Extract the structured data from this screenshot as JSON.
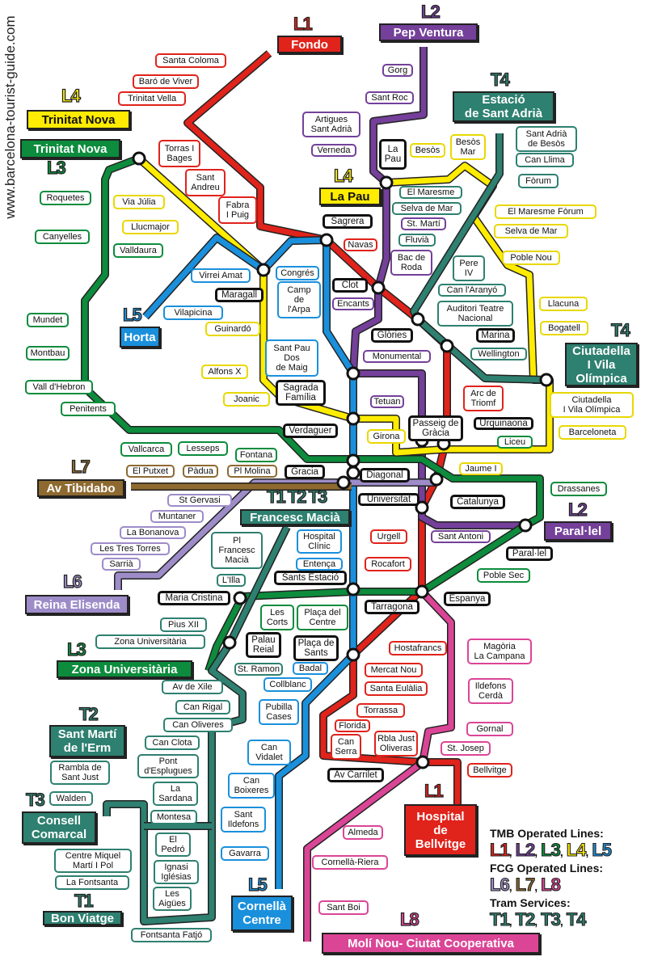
{
  "site_label": "www.barcelona-tourist-guide.com",
  "colors": {
    "L1": "#e0231b",
    "L2": "#74409a",
    "L3": "#0c8c3c",
    "L4": "#ffec00",
    "L5": "#1a90dc",
    "L6": "#9d8cc8",
    "L7": "#8e6a30",
    "L8": "#db4596",
    "T": "#2e8070",
    "X": "#111111"
  },
  "terminals": [
    {
      "tag": "L1",
      "name": "Fondo",
      "line": "L1"
    },
    {
      "tag": "L2",
      "name": "Pep Ventura",
      "line": "L2"
    },
    {
      "tag": "T4",
      "name": "Estació\nde Sant Adrià",
      "line": "T"
    },
    {
      "tag": "L4",
      "name": "Trinitat Nova",
      "line": "L4"
    },
    {
      "tag": "L3",
      "name": "Trinitat Nova",
      "line": "L3"
    },
    {
      "tag": "L4",
      "name": "La Pau",
      "line": "L4"
    },
    {
      "tag": "L5",
      "name": "Horta",
      "line": "L5"
    },
    {
      "tag": "T4",
      "name": "Ciutadella\nI Vila\nOlímpica",
      "line": "T"
    },
    {
      "tag": "L7",
      "name": "Av Tibidabo",
      "line": "L7"
    },
    {
      "tag": "T1 T2 T3",
      "name": "Francesc Macià",
      "line": "T"
    },
    {
      "tag": "L2",
      "name": "Paral·lel",
      "line": "L2"
    },
    {
      "tag": "L6",
      "name": "Reina Elisenda",
      "line": "L6"
    },
    {
      "tag": "L3",
      "name": "Zona Universitària",
      "line": "L3"
    },
    {
      "tag": "T2",
      "name": "Sant Martí\nde l'Erm",
      "line": "T"
    },
    {
      "tag": "T3",
      "name": "Consell\nComarcal",
      "line": "T"
    },
    {
      "tag": "T1",
      "name": "Bon Viatge",
      "line": "T"
    },
    {
      "tag": "L5",
      "name": "Cornellà\nCentre",
      "line": "L5"
    },
    {
      "tag": "L1",
      "name": "Hospital\nde\nBellvitge",
      "line": "L1"
    },
    {
      "tag": "L8",
      "name": "Molí Nou- Ciutat Cooperativa",
      "line": "L8"
    }
  ],
  "stations": [
    {
      "name": "Santa Coloma",
      "line": "L1"
    },
    {
      "name": "Baró de Viver",
      "line": "L1"
    },
    {
      "name": "Trinitat Vella",
      "line": "L1"
    },
    {
      "name": "Torras I\nBages",
      "line": "L1"
    },
    {
      "name": "Sant\nAndreu",
      "line": "L1"
    },
    {
      "name": "Fabra\nI Puig",
      "line": "L1"
    },
    {
      "name": "Navas",
      "line": "L1"
    },
    {
      "name": "Arc de\nTriomf",
      "line": "L1"
    },
    {
      "name": "Urgell",
      "line": "L1"
    },
    {
      "name": "Rocafort",
      "line": "L1"
    },
    {
      "name": "Hostafrancs",
      "line": "L1"
    },
    {
      "name": "Mercat Nou",
      "line": "L1"
    },
    {
      "name": "Santa Eulàlia",
      "line": "L1"
    },
    {
      "name": "Torrassa",
      "line": "L1"
    },
    {
      "name": "Florida",
      "line": "L1"
    },
    {
      "name": "Can\nSerra",
      "line": "L1"
    },
    {
      "name": "Rbla Just\nOliveras",
      "line": "L1"
    },
    {
      "name": "Bellvitge",
      "line": "L1"
    },
    {
      "name": "Gorg",
      "line": "L2"
    },
    {
      "name": "Sant Roc",
      "line": "L2"
    },
    {
      "name": "Artigues\nSant Adrià",
      "line": "L2"
    },
    {
      "name": "Verneda",
      "line": "L2"
    },
    {
      "name": "St. Martí",
      "line": "L2"
    },
    {
      "name": "Bac de\nRoda",
      "line": "L2"
    },
    {
      "name": "Encants",
      "line": "L2"
    },
    {
      "name": "Monumental",
      "line": "L2"
    },
    {
      "name": "Tetuan",
      "line": "L2"
    },
    {
      "name": "Sant Antoni",
      "line": "L2"
    },
    {
      "name": "Roquetes",
      "line": "L3"
    },
    {
      "name": "Canyelles",
      "line": "L3"
    },
    {
      "name": "Valldaura",
      "line": "L3"
    },
    {
      "name": "Mundet",
      "line": "L3"
    },
    {
      "name": "Montbau",
      "line": "L3"
    },
    {
      "name": "Vall d'Hebron",
      "line": "L3"
    },
    {
      "name": "Penitents",
      "line": "L3"
    },
    {
      "name": "Vallcarca",
      "line": "L3"
    },
    {
      "name": "Lesseps",
      "line": "L3"
    },
    {
      "name": "Fontana",
      "line": "L3"
    },
    {
      "name": "Liceu",
      "line": "L3"
    },
    {
      "name": "Drassanes",
      "line": "L3"
    },
    {
      "name": "Poble Sec",
      "line": "L3"
    },
    {
      "name": "Les\nCorts",
      "line": "L3"
    },
    {
      "name": "Plaça del\nCentre",
      "line": "L3"
    },
    {
      "name": "Via Júlia",
      "line": "L4"
    },
    {
      "name": "Llucmajor",
      "line": "L4"
    },
    {
      "name": "Guinardó",
      "line": "L4"
    },
    {
      "name": "Alfons X",
      "line": "L4"
    },
    {
      "name": "Joanic",
      "line": "L4"
    },
    {
      "name": "Girona",
      "line": "L4"
    },
    {
      "name": "Besòs",
      "line": "L4"
    },
    {
      "name": "Besòs\nMar",
      "line": "L4"
    },
    {
      "name": "El Maresme Fòrum",
      "line": "L4"
    },
    {
      "name": "Selva de Mar",
      "line": "L4"
    },
    {
      "name": "Poble Nou",
      "line": "L4"
    },
    {
      "name": "Llacuna",
      "line": "L4"
    },
    {
      "name": "Bogatell",
      "line": "L4"
    },
    {
      "name": "Ciutadella\nI Vila Olímpica",
      "line": "L4"
    },
    {
      "name": "Barceloneta",
      "line": "L4"
    },
    {
      "name": "Jaume I",
      "line": "L4"
    },
    {
      "name": "Virrei Amat",
      "line": "L5"
    },
    {
      "name": "Vilapicina",
      "line": "L5"
    },
    {
      "name": "Congrés",
      "line": "L5"
    },
    {
      "name": "Camp\nde\nl'Arpa",
      "line": "L5"
    },
    {
      "name": "Sant Pau\nDos\nde Maig",
      "line": "L5"
    },
    {
      "name": "Hospital\nClínic",
      "line": "L5"
    },
    {
      "name": "Entença",
      "line": "L5"
    },
    {
      "name": "Badal",
      "line": "L5"
    },
    {
      "name": "Collblanc",
      "line": "L5"
    },
    {
      "name": "Pubilla\nCases",
      "line": "L5"
    },
    {
      "name": "Can\nVidalet",
      "line": "L5"
    },
    {
      "name": "Can\nBoixeres",
      "line": "L5"
    },
    {
      "name": "Sant\nIldefons",
      "line": "L5"
    },
    {
      "name": "Gavarra",
      "line": "L5"
    },
    {
      "name": "St Gervasi",
      "line": "L6"
    },
    {
      "name": "Muntaner",
      "line": "L6"
    },
    {
      "name": "La Bonanova",
      "line": "L6"
    },
    {
      "name": "Les Tres Torres",
      "line": "L6"
    },
    {
      "name": "Sarrià",
      "line": "L6"
    },
    {
      "name": "El Putxet",
      "line": "L7"
    },
    {
      "name": "Pàdua",
      "line": "L7"
    },
    {
      "name": "Pl Molina",
      "line": "L7"
    },
    {
      "name": "Magòria\nLa Campana",
      "line": "L8"
    },
    {
      "name": "Ildefons\nCerdà",
      "line": "L8"
    },
    {
      "name": "Gornal",
      "line": "L8"
    },
    {
      "name": "St. Josep",
      "line": "L8"
    },
    {
      "name": "Almeda",
      "line": "L8"
    },
    {
      "name": "Cornellà-Riera",
      "line": "L8"
    },
    {
      "name": "Sant Boi",
      "line": "L8"
    },
    {
      "name": "Sant Adrià\nde Besòs",
      "line": "T"
    },
    {
      "name": "Can Llima",
      "line": "T"
    },
    {
      "name": "Fòrum",
      "line": "T"
    },
    {
      "name": "El Maresme",
      "line": "T"
    },
    {
      "name": "Selva de Mar",
      "line": "T"
    },
    {
      "name": "Fluvià",
      "line": "T"
    },
    {
      "name": "Pere\nIV",
      "line": "T"
    },
    {
      "name": "Can l'Aranyó",
      "line": "T"
    },
    {
      "name": "Auditori Teatre\nNacional",
      "line": "T"
    },
    {
      "name": "Wellington",
      "line": "T"
    },
    {
      "name": "Pl\nFrancesc\nMacià",
      "line": "T"
    },
    {
      "name": "L'Illa",
      "line": "T"
    },
    {
      "name": "Pius XII",
      "line": "T"
    },
    {
      "name": "Zona Universitària",
      "line": "T"
    },
    {
      "name": "Av de Xile",
      "line": "T"
    },
    {
      "name": "St. Ramon",
      "line": "T"
    },
    {
      "name": "Can Rigal",
      "line": "T"
    },
    {
      "name": "Can Oliveres",
      "line": "T"
    },
    {
      "name": "Can Clota",
      "line": "T"
    },
    {
      "name": "Pont\nd'Esplugues",
      "line": "T"
    },
    {
      "name": "La\nSardana",
      "line": "T"
    },
    {
      "name": "Montesa",
      "line": "T"
    },
    {
      "name": "El\nPedró",
      "line": "T"
    },
    {
      "name": "Ignasi\nIglésias",
      "line": "T"
    },
    {
      "name": "Les\nAigües",
      "line": "T"
    },
    {
      "name": "Rambla de\nSant Just",
      "line": "T"
    },
    {
      "name": "Walden",
      "line": "T"
    },
    {
      "name": "Centre Miquel\nMartí I Pol",
      "line": "T"
    },
    {
      "name": "La Fontsanta",
      "line": "T"
    },
    {
      "name": "Fontsanta Fatjó",
      "line": "T"
    },
    {
      "name": "La\nPau",
      "line": "X"
    },
    {
      "name": "Sagrera",
      "line": "X"
    },
    {
      "name": "Maragall",
      "line": "X"
    },
    {
      "name": "Clot",
      "line": "X"
    },
    {
      "name": "Glòries",
      "line": "X"
    },
    {
      "name": "Marina",
      "line": "X"
    },
    {
      "name": "Sagrada\nFamília",
      "line": "X"
    },
    {
      "name": "Verdaguer",
      "line": "X"
    },
    {
      "name": "Passeig de\nGràcia",
      "line": "X"
    },
    {
      "name": "Urquinaona",
      "line": "X"
    },
    {
      "name": "Diagonal",
      "line": "X"
    },
    {
      "name": "Gracia",
      "line": "X"
    },
    {
      "name": "Universitat",
      "line": "X"
    },
    {
      "name": "Catalunya",
      "line": "X"
    },
    {
      "name": "Paral·lel",
      "line": "X"
    },
    {
      "name": "Sants Estació",
      "line": "X"
    },
    {
      "name": "Espanya",
      "line": "X"
    },
    {
      "name": "Tarragona",
      "line": "X"
    },
    {
      "name": "Maria Cristina",
      "line": "X"
    },
    {
      "name": "Palau\nReial",
      "line": "X"
    },
    {
      "name": "Plaça de\nSants",
      "line": "X"
    },
    {
      "name": "Av Carrilet",
      "line": "X"
    }
  ],
  "legend": {
    "tmb_title": "TMB Operated Lines:",
    "tmb_lines": [
      "L1",
      "L2",
      "L3",
      "L4",
      "L5"
    ],
    "fcg_title": "FCG Operated Lines:",
    "fcg_lines": [
      "L6",
      "L7",
      "L8"
    ],
    "tram_title": "Tram Services:",
    "tram_lines": [
      "T1",
      "T2",
      "T3",
      "T4"
    ]
  }
}
